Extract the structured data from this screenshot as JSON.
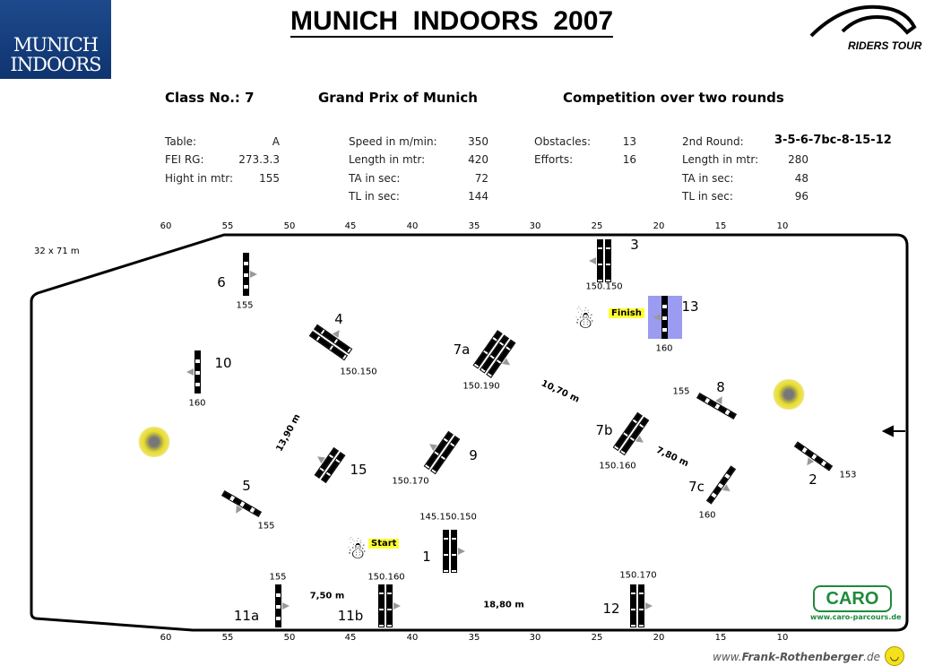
{
  "header": {
    "logo_text": [
      "MUNICH",
      "INDOORS"
    ],
    "title": "MUNICH  INDOORS  2007",
    "sponsor": "RIDERS TOUR"
  },
  "info": {
    "class_no": "Class No.: 7",
    "class_name": "Grand Prix of Munich",
    "competition": "Competition over two rounds",
    "col1": [
      {
        "k": "Table:",
        "v": "A"
      },
      {
        "k": "FEI RG:",
        "v": "273.3.3"
      },
      {
        "k": "Hight in mtr:",
        "v": "155"
      }
    ],
    "col2": [
      {
        "k": "Speed in m/min:",
        "v": "350"
      },
      {
        "k": "Length in mtr:",
        "v": "420"
      },
      {
        "k": "TA in sec:",
        "v": "72"
      },
      {
        "k": "TL in sec:",
        "v": "144"
      }
    ],
    "col3": [
      {
        "k": "Obstacles:",
        "v": "13"
      },
      {
        "k": "Efforts:",
        "v": "16"
      }
    ],
    "col4": [
      {
        "k": "2nd Round:",
        "v": "3-5-6-7bc-8-15-12"
      },
      {
        "k": "Length in mtr:",
        "v": "280"
      },
      {
        "k": "TA in sec:",
        "v": "48"
      },
      {
        "k": "TL in sec:",
        "v": "96"
      }
    ]
  },
  "arena": {
    "size": "32 x 71 m",
    "scale": [
      "60",
      "55",
      "50",
      "45",
      "40",
      "35",
      "30",
      "25",
      "20",
      "15",
      "10"
    ]
  },
  "obstacles": {
    "o1": {
      "n": "1",
      "h": "145.150.150"
    },
    "o2": {
      "n": "2",
      "h": "153"
    },
    "o3": {
      "n": "3",
      "h": "150.150"
    },
    "o4": {
      "n": "4",
      "h": "150.150"
    },
    "o5": {
      "n": "5",
      "h": "155"
    },
    "o6": {
      "n": "6",
      "h": "155"
    },
    "o7a": {
      "n": "7a",
      "h": "150.190"
    },
    "o7b": {
      "n": "7b",
      "h": "150.160"
    },
    "o7c": {
      "n": "7c",
      "h": "160"
    },
    "o8": {
      "n": "8",
      "h": "155"
    },
    "o9": {
      "n": "9",
      "h": "150.170"
    },
    "o10": {
      "n": "10",
      "h": "160"
    },
    "o11a": {
      "n": "11a",
      "h": "155"
    },
    "o11b": {
      "n": "11b",
      "h": "150.160"
    },
    "o12": {
      "n": "12",
      "h": "150.170"
    },
    "o13": {
      "n": "13",
      "h": "160"
    },
    "o15": {
      "n": "15",
      "h": ""
    }
  },
  "distances": {
    "d1": "10,70 m",
    "d2": "13,90 m",
    "d3": "7,80 m",
    "d4": "7,50 m",
    "d5": "18,80 m"
  },
  "markers": {
    "start": "Start",
    "finish": "Finish"
  },
  "footer": {
    "caro": "CARO",
    "caro_url": "www.caro-parcours.de",
    "credit_pre": "www.",
    "credit_bold": "Frank-Rothenberger",
    "credit_post": ".de"
  }
}
